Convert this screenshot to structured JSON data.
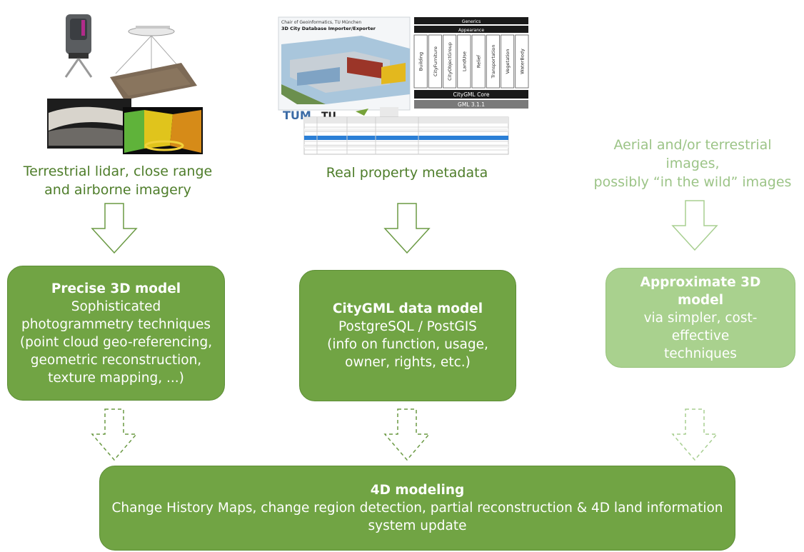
{
  "captions": {
    "left": [
      "Terrestrial lidar, close range",
      "and airborne imagery"
    ],
    "center": [
      "Real property metadata"
    ],
    "right": [
      "Aerial and/or terrestrial images,",
      "possibly “in the wild” images"
    ]
  },
  "boxes": {
    "precise": {
      "title": "Precise 3D model",
      "lines": [
        "Sophisticated",
        "photogrammetry techniques",
        "(point cloud geo-referencing,",
        "geometric reconstruction,",
        "texture mapping, ...)"
      ]
    },
    "citygml": {
      "title": "CityGML data model",
      "lines": [
        "PostgreSQL / PostGIS",
        "(info on function, usage,",
        "owner, rights, etc.)"
      ]
    },
    "approx": {
      "title": "Approximate 3D model",
      "lines": [
        "via simpler, cost-effective",
        "techniques"
      ]
    },
    "fourd": {
      "title": "4D modeling",
      "lines": [
        "Change History Maps, change region detection, partial reconstruction & 4D land information",
        "system update"
      ]
    }
  },
  "citygml_diagram": {
    "header": [
      "Chair of Geoinformatics, TU München",
      "3D City Database Importer/Exporter"
    ],
    "generics": "Generics",
    "appearance": "Appearance",
    "modules": [
      "Building",
      "CityFurniture",
      "CityObjectGroup",
      "LandUse",
      "Relief",
      "Transportation",
      "Vegetation",
      "WaterBody"
    ],
    "core": "CityGML Core",
    "gml": "GML 3.1.1"
  },
  "colors": {
    "dark_green": "#71a444",
    "light_green": "#a9d18e",
    "caption_dark": "#4e7d2a",
    "caption_light": "#9cc487"
  }
}
